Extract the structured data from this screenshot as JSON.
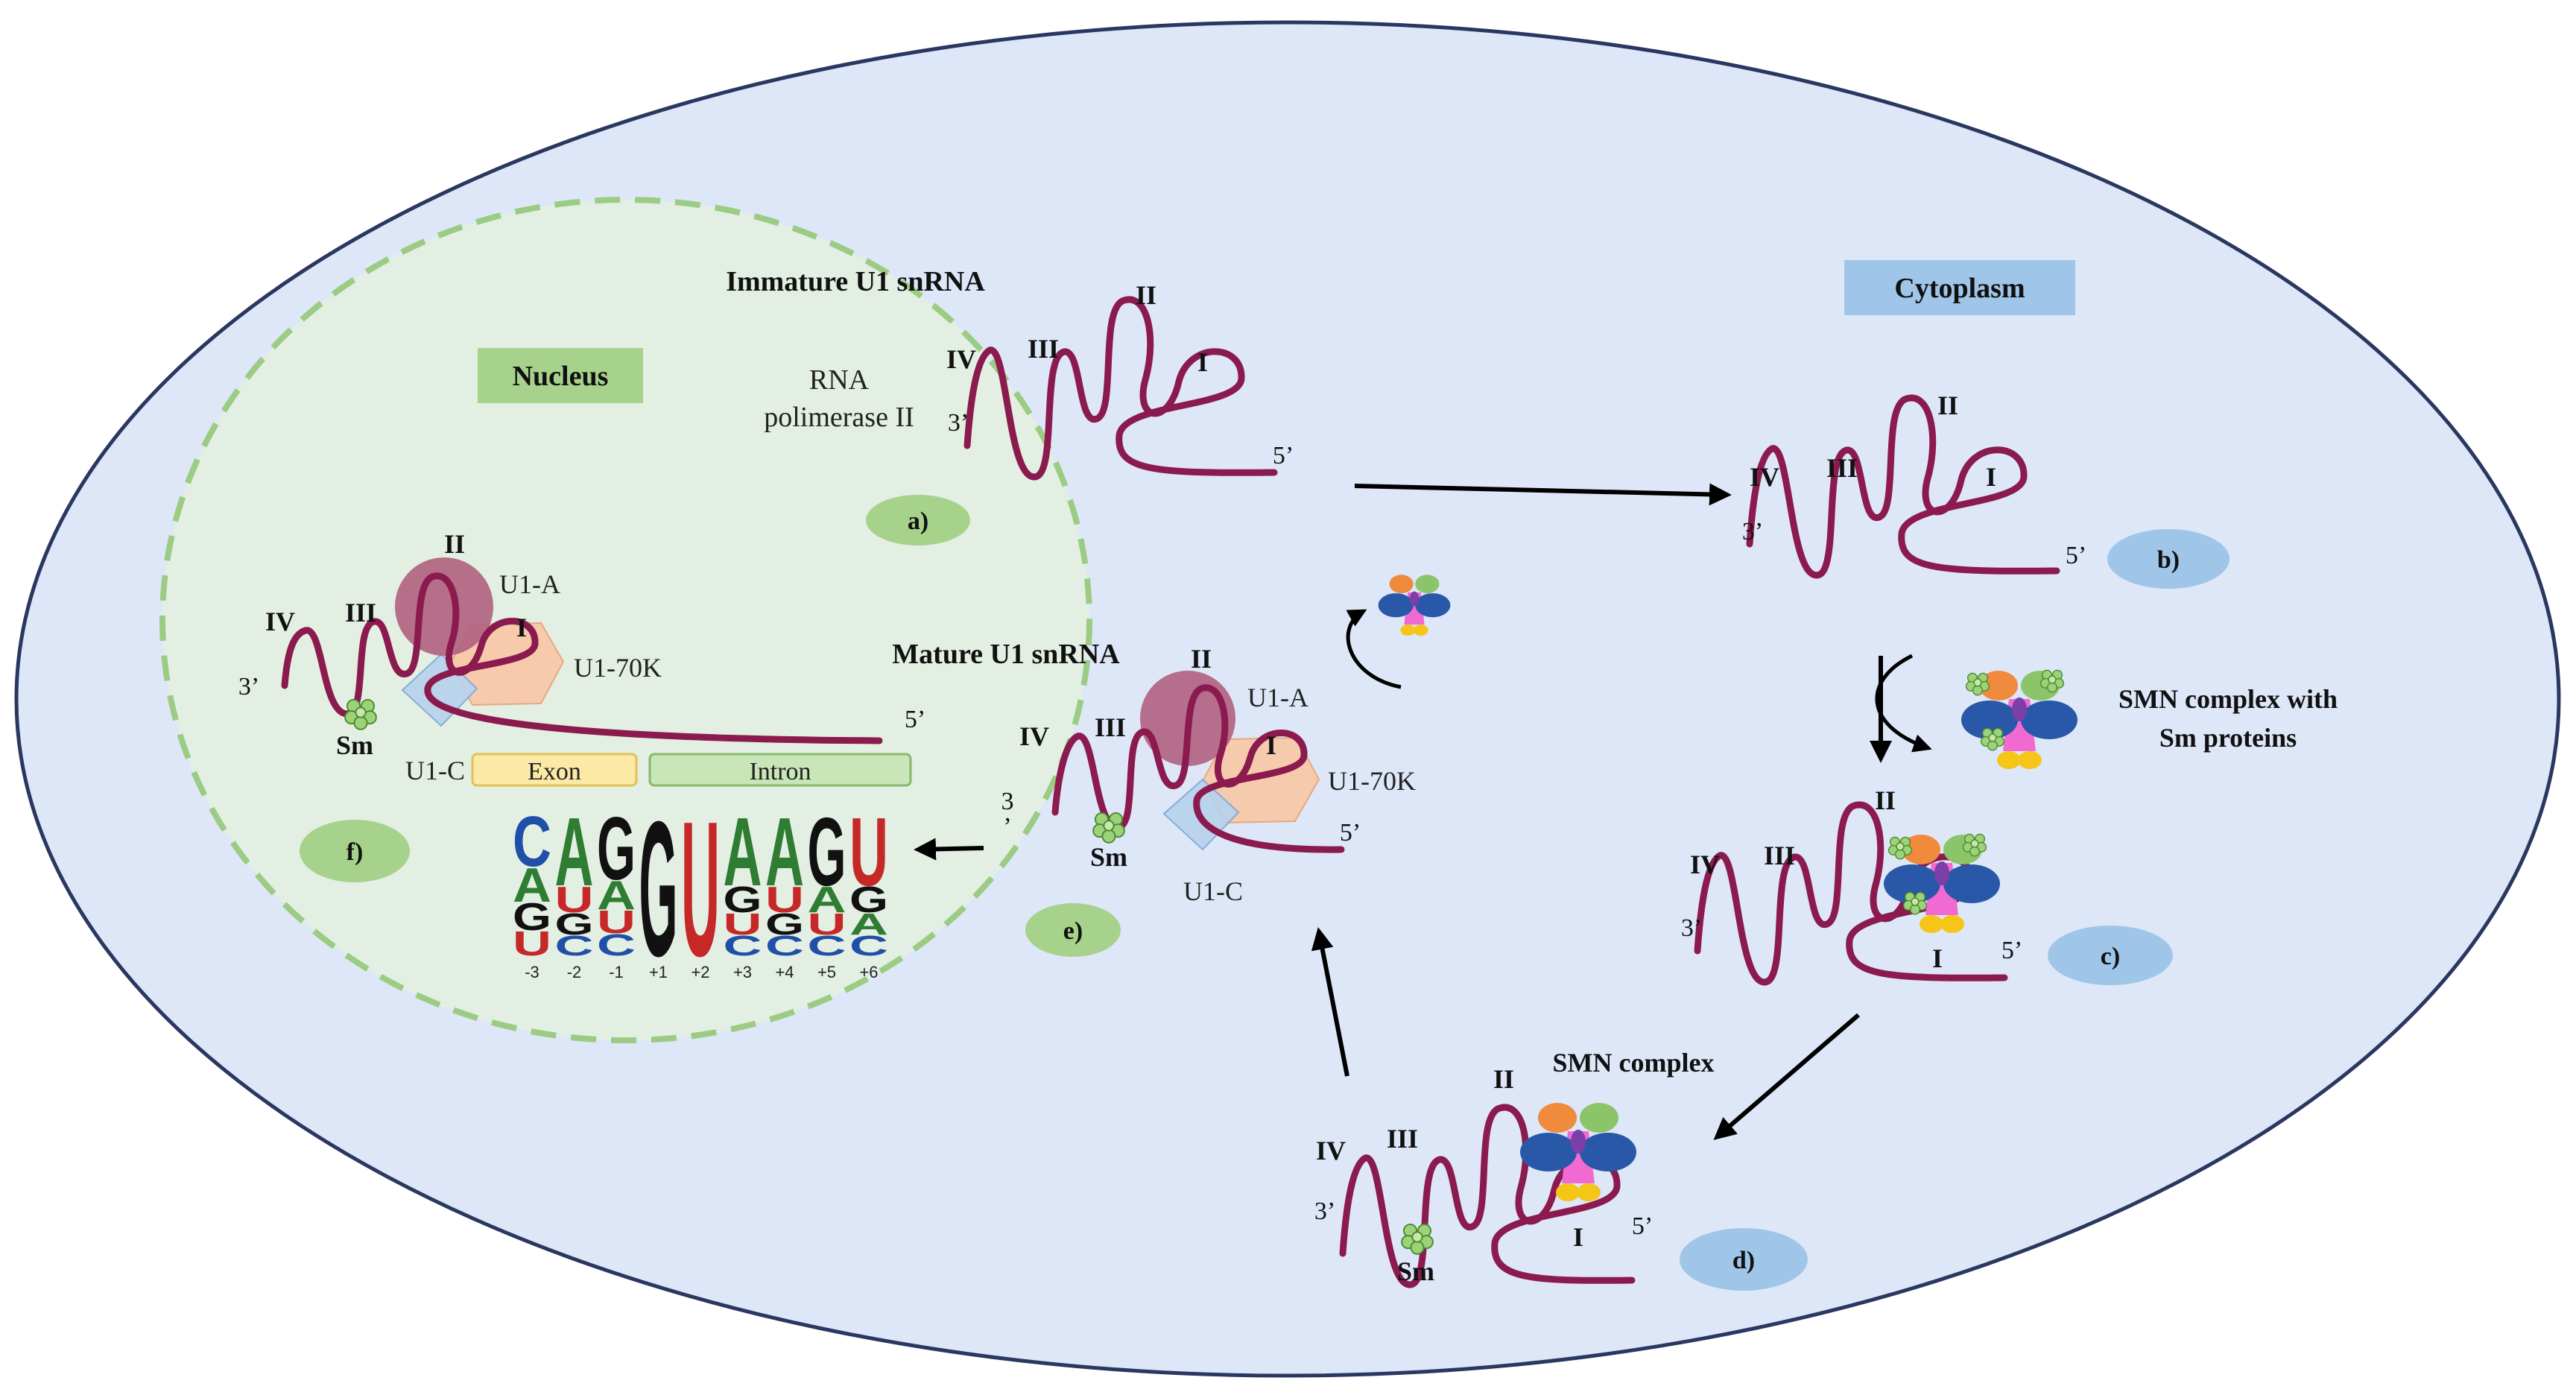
{
  "labels": {
    "nucleus": "Nucleus",
    "cytoplasm": "Cytoplasm",
    "immature_title": "Immature U1 snRNA",
    "rna_pol_line1": "RNA",
    "rna_pol_line2": "polimerase II",
    "mature_title": "Mature U1 snRNA",
    "smn_sm_line1": "SMN complex with",
    "smn_sm_line2": "Sm proteins",
    "smn_complex": "SMN complex",
    "exon": "Exon",
    "intron": "Intron",
    "sm": "Sm",
    "u1a": "U1-A",
    "u170k": "U1-70K",
    "u1c": "U1-C",
    "stem_I": "I",
    "stem_II": "II",
    "stem_III": "III",
    "stem_IV": "IV",
    "end3": "3’",
    "end5": "5’",
    "e3_top": "3",
    "e3_bottom": "’"
  },
  "steps": {
    "a": "a)",
    "b": "b)",
    "c": "c)",
    "d": "d)",
    "e": "e)",
    "f": "f)"
  },
  "logo": {
    "positions": [
      "-3",
      "-2",
      "-1",
      "+1",
      "+2",
      "+3",
      "+4",
      "+5",
      "+6"
    ],
    "columns": [
      [
        "C",
        "A",
        "G",
        "U"
      ],
      [
        "A",
        "U",
        "G",
        "C"
      ],
      [
        "G",
        "A",
        "U",
        "C"
      ],
      [
        "G"
      ],
      [
        "U"
      ],
      [
        "A",
        "G",
        "U",
        "C"
      ],
      [
        "A",
        "U",
        "G",
        "C"
      ],
      [
        "G",
        "A",
        "U",
        "C"
      ],
      [
        "U",
        "G",
        "A",
        "C"
      ]
    ]
  },
  "colors": {
    "cell": "#dde7f8",
    "cell_stroke": "#2a3760",
    "nucleus_fill": "#e3efe3",
    "nucleus_stroke": "#9ccc84",
    "rna": "#8b1a4f",
    "green_badge": "#a6d28c",
    "blue_badge": "#9fc6e8",
    "logo_A": "#2e7d32",
    "logo_C": "#1f4fa8",
    "logo_G": "#111111",
    "logo_U": "#c62828"
  }
}
